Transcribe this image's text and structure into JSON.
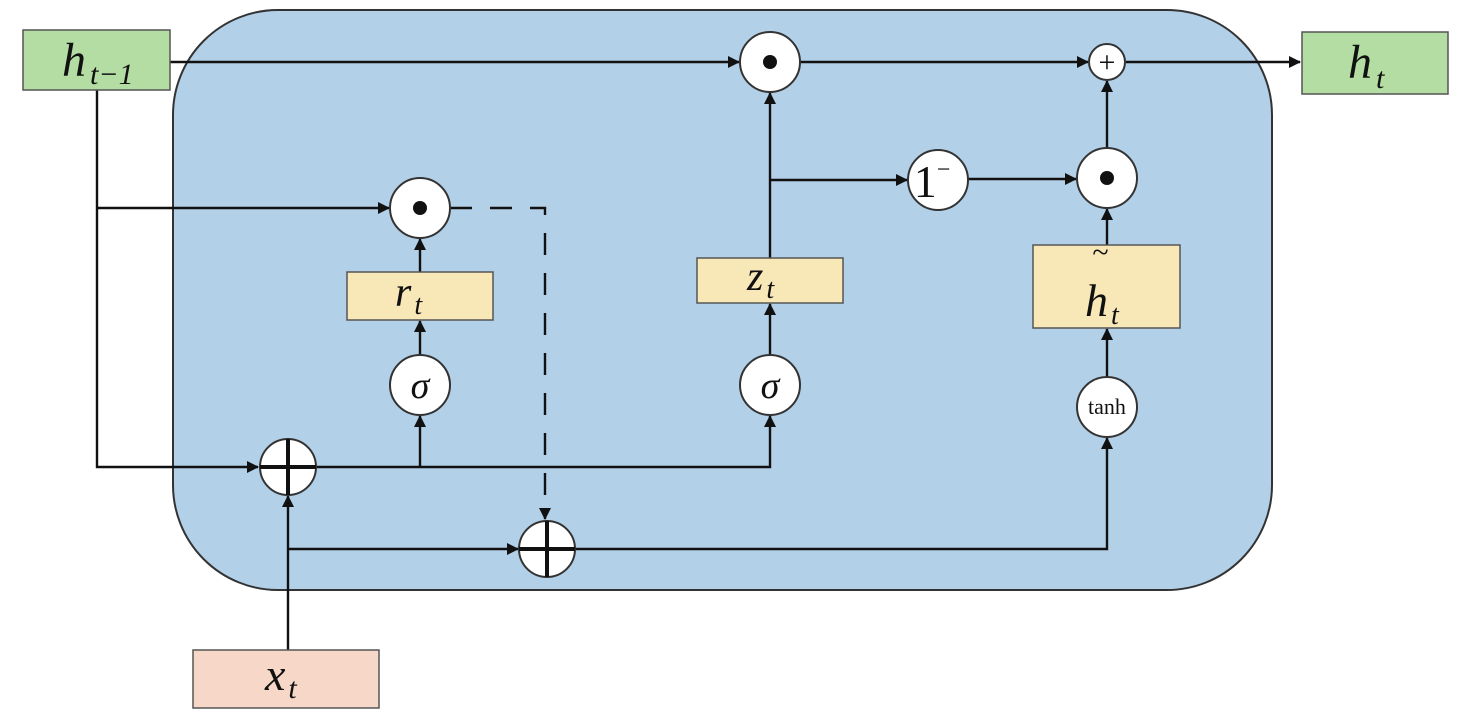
{
  "diagram": {
    "nodes": {
      "h_prev": {
        "main": "h",
        "sub": "t−1",
        "color": "#b3dda3"
      },
      "h_out": {
        "main": "h",
        "sub": "t",
        "color": "#b3dda3"
      },
      "x_in": {
        "main": "x",
        "sub": "t",
        "color": "#f7d7c7"
      },
      "r_gate": {
        "main": "r",
        "sub": "t",
        "color": "#f8e8b8"
      },
      "z_gate": {
        "main": "z",
        "sub": "t",
        "color": "#f8e8b8"
      },
      "h_cand": {
        "main": "h",
        "accent": "~",
        "sub": "t",
        "color": "#f8e8b8"
      }
    },
    "operators": {
      "sigma": "σ",
      "tanh": "tanh",
      "one_minus": "1",
      "one_minus_sup": "−",
      "plus": "+"
    },
    "cell_color": "#b2d0e8"
  }
}
